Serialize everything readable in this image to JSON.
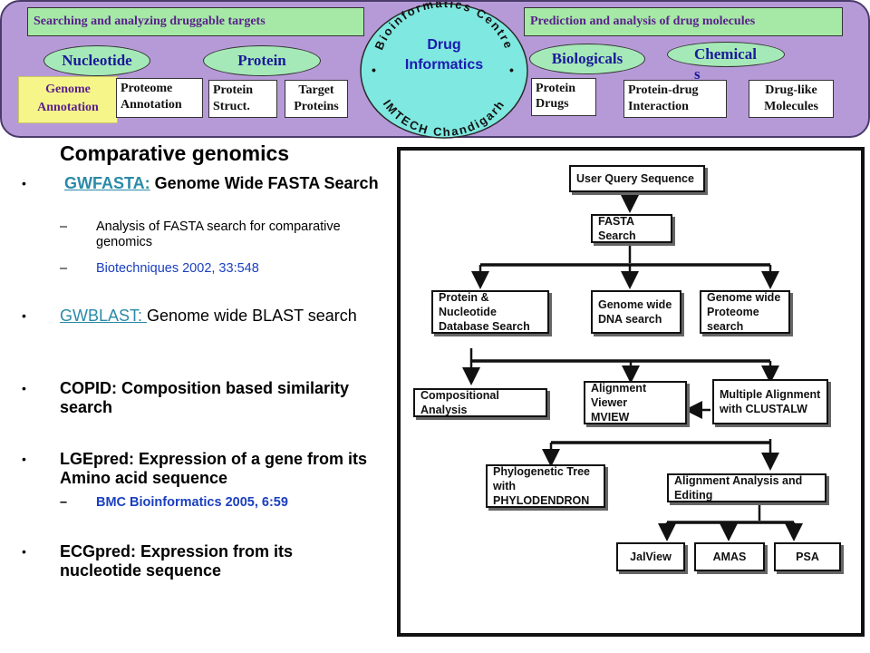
{
  "header": {
    "left_title": "Searching and analyzing druggable targets",
    "right_title": "Prediction and analysis of drug molecules",
    "ovals": {
      "nucleotide": "Nucleotide",
      "protein": "Protein",
      "biologicals": "Biologicals",
      "chemicals": "Chemicals"
    },
    "boxes": {
      "genome_annotation": [
        "Genome",
        "Annotation"
      ],
      "proteome_annotation": [
        "Proteome",
        "Annotation"
      ],
      "protein_struct": [
        "Protein",
        "Struct."
      ],
      "target_proteins": [
        "Target",
        "Proteins"
      ],
      "protein_drugs": [
        "Protein",
        "Drugs"
      ],
      "protein_drug_interaction": [
        "Protein-drug",
        "Interaction"
      ],
      "drug_like_molecules": [
        "Drug-like",
        "Molecules"
      ]
    },
    "logo": {
      "center": [
        "Drug",
        "Informatics"
      ],
      "ring_top": "Bioinformatics Centre",
      "ring_bottom": "IMTECH Chandigarh"
    }
  },
  "content": {
    "title": "Comparative genomics",
    "bullets": [
      {
        "link": "GWFASTA:",
        "text": " Genome Wide FASTA Search",
        "subs": [
          {
            "text": "Analysis of FASTA search for comparative genomics",
            "style": "black"
          },
          {
            "text": "Biotechniques 2002, 33:548",
            "style": "blue"
          }
        ]
      },
      {
        "link": "GWBLAST: ",
        "text": "Genome wide BLAST search",
        "subs": []
      },
      {
        "link": "",
        "text": "COPID: Composition based similarity search",
        "subs": []
      },
      {
        "link": "",
        "text": "LGEpred: Expression of a gene from its Amino acid sequence",
        "subs": [
          {
            "text": "BMC Bioinformatics 2005, 6:59",
            "style": "blue"
          }
        ]
      },
      {
        "link": "",
        "text": "ECGpred: Expression from its nucleotide sequence",
        "subs": []
      }
    ]
  },
  "flowchart": {
    "user_query": "User Query Sequence",
    "fasta_search": "FASTA Search",
    "db_search": [
      "Protein & Nucleotide",
      "Database Search"
    ],
    "genome_dna": [
      "Genome wide",
      "DNA search"
    ],
    "genome_proteome": [
      "Genome wide",
      "Proteome search"
    ],
    "compositional": "Compositional Analysis",
    "alignment_viewer": [
      "Alignment Viewer",
      "MVIEW"
    ],
    "multiple_alignment": [
      "Multiple Alignment",
      "with CLUSTALW"
    ],
    "phylogenetic": [
      "Phylogenetic Tree with",
      "PHYLODENDRON"
    ],
    "alignment_analysis": "Alignment Analysis and Editing",
    "jalview": "JalView",
    "amas": "AMAS",
    "psa": "PSA"
  }
}
